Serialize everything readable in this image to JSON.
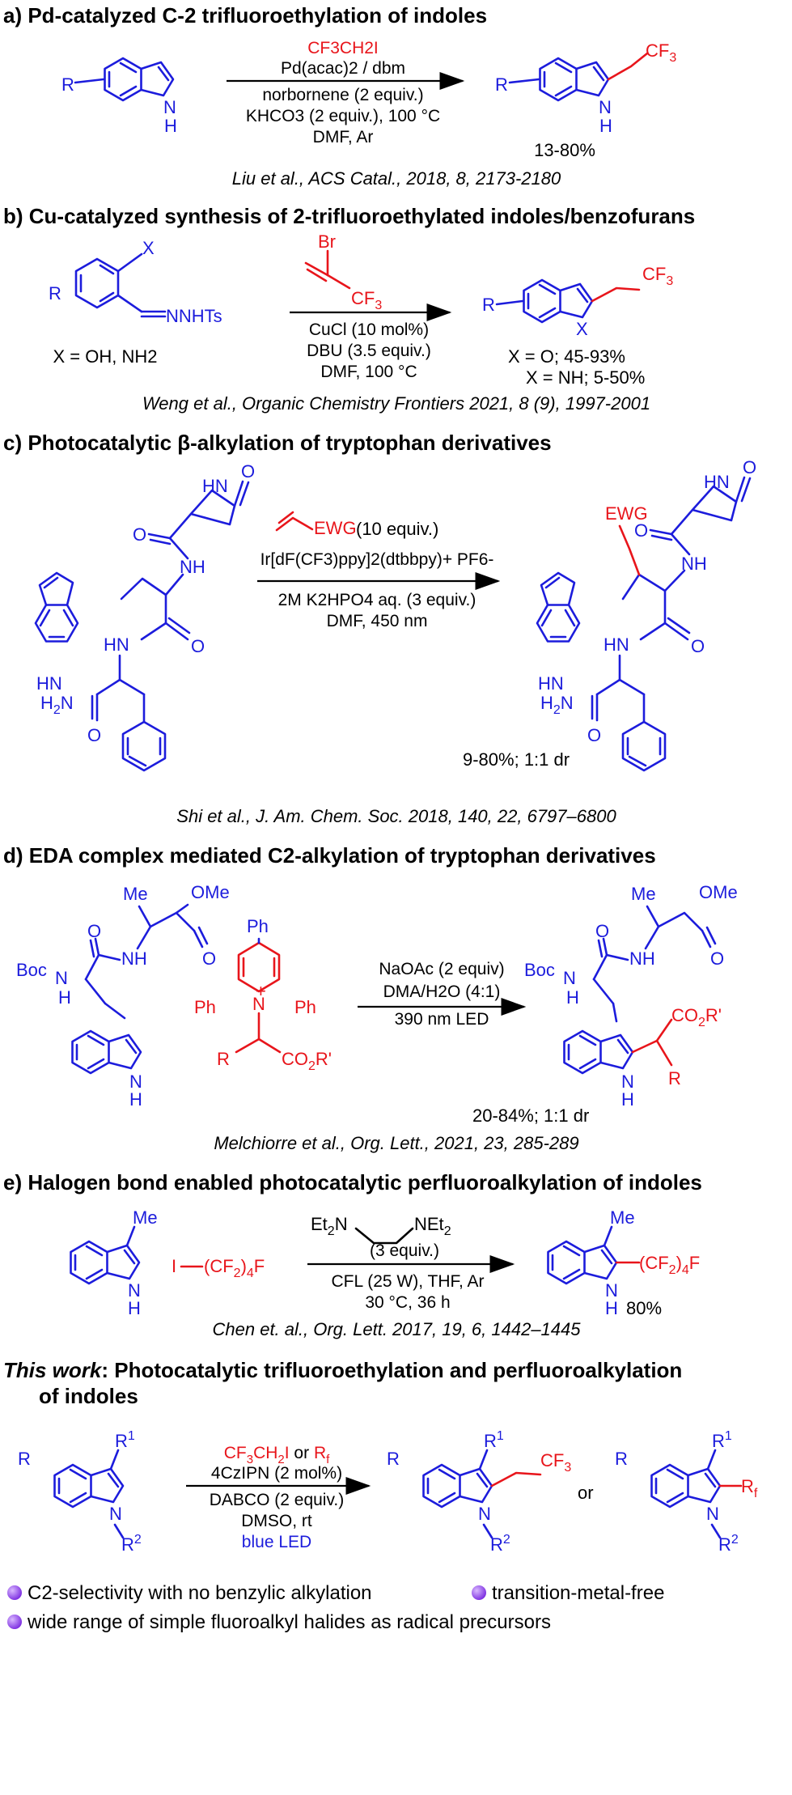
{
  "sections": {
    "a": {
      "header": "a) Pd-catalyzed C-2 trifluoroethylation of indoles",
      "reagent": "CF3CH2I",
      "cond1": "Pd(acac)2 / dbm",
      "cond2": "norbornene (2 equiv.)",
      "cond3": "KHCO3 (2 equiv.), 100 °C",
      "cond4": "DMF, Ar",
      "yield": "13-80%",
      "ref": "Liu et al., ACS Catal., 2018, 8, 2173-2180"
    },
    "b": {
      "header": "b) Cu-catalyzed synthesis of 2-trifluoroethylated indoles/benzofurans",
      "sm_label": "X = OH, NH2",
      "sm_group": "NNHTs",
      "cond1": "CuCl (10 mol%)",
      "cond2": "DBU (3.5 equiv.)",
      "cond3": "DMF, 100 °C",
      "yield1": "X = O; 45-93%",
      "yield2": "X = NH; 5-50%",
      "ref": "Weng et al., Organic Chemistry Frontiers 2021, 8 (9), 1997-2001"
    },
    "c": {
      "header": "c) Photocatalytic β-alkylation of tryptophan derivatives",
      "reagent": "EWG",
      "equiv": "(10 equiv.)",
      "cond1": "Ir[dF(CF3)ppy]2(dtbbpy)+ PF6-",
      "cond2": "2M K2HPO4 aq. (3 equiv.)",
      "cond3": "DMF, 450 nm",
      "yield": "9-80%; 1:1 dr",
      "ref": "Shi et al., J. Am. Chem. Soc. 2018, 140, 22, 6797–6800"
    },
    "d": {
      "header": "d) EDA complex mediated C2-alkylation of tryptophan derivatives",
      "cond1": "NaOAc (2 equiv)",
      "cond2": "DMA/H2O (4:1)",
      "cond3": "390 nm LED",
      "yield": "20-84%; 1:1 dr",
      "ref": "Melchiorre et al., Org. Lett., 2021, 23, 285-289"
    },
    "e": {
      "header": "e) Halogen bond enabled photocatalytic perfluoroalkylation of indoles",
      "cond1": "(3 equiv.)",
      "cond2": "CFL (25 W), THF, Ar",
      "cond3": "30 °C, 36 h",
      "yield": "80%",
      "ref": "Chen et. al., Org. Lett. 2017, 19, 6, 1442–1445"
    },
    "f": {
      "header_italic": "This work",
      "header_rest": ": Photocatalytic trifluoroethylation and perfluoroalkylation",
      "header_line2": "of indoles",
      "cond2": "4CzIPN (2 mol%)",
      "cond3": "DABCO (2 equiv.)",
      "cond4": "DMSO, rt",
      "cond5": "blue LED",
      "or": "or"
    }
  },
  "bullets": [
    "C2-selectivity with no benzylic alkylation",
    "transition-metal-free",
    "wide range of simple fluoroalkyl halides as radical precursors"
  ],
  "colors": {
    "blue": "#1c1cdc",
    "red": "#e8151b",
    "bullet": "#8a3df0"
  }
}
